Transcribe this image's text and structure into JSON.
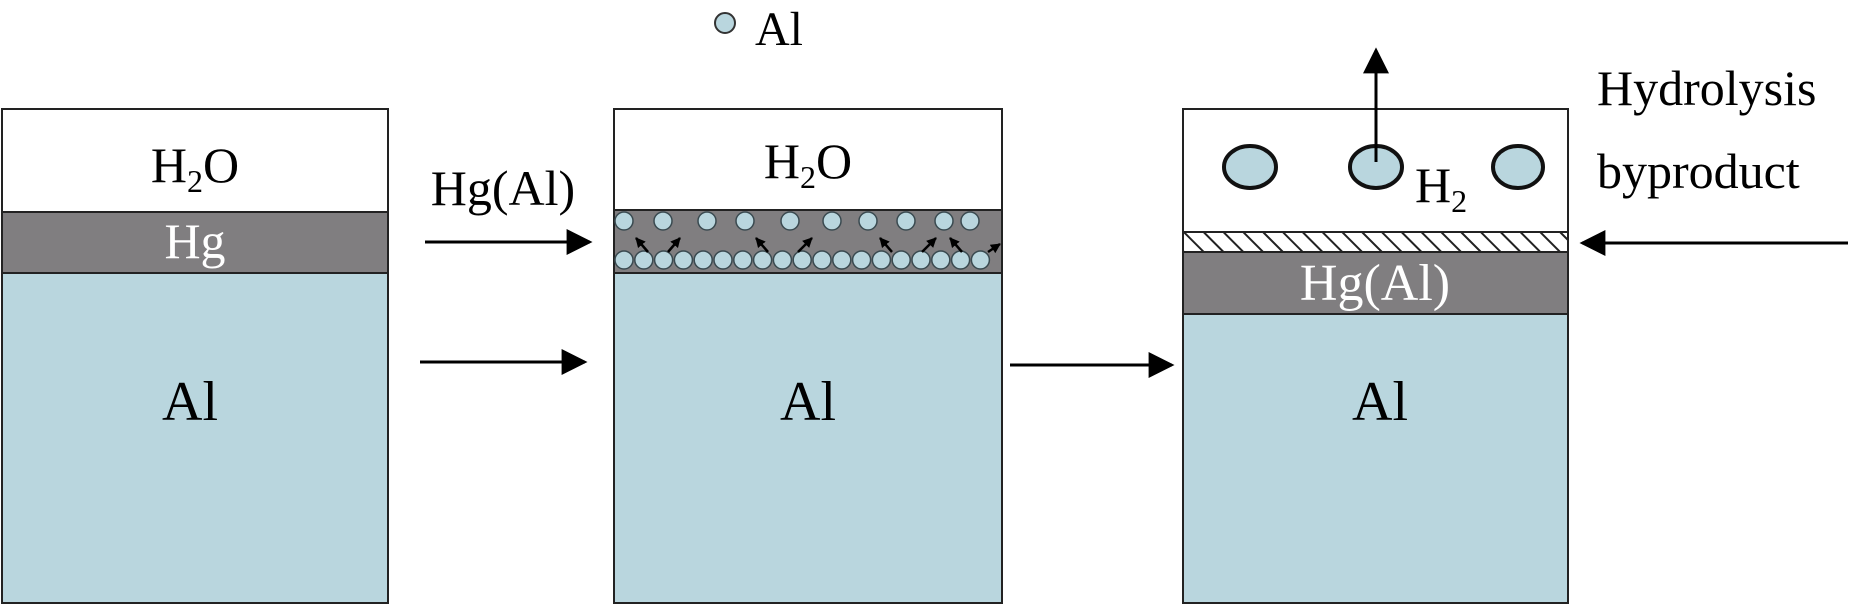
{
  "legend": {
    "label": "Al"
  },
  "panel1": {
    "water": {
      "base": "H",
      "sub": "2",
      "tail": "O"
    },
    "mercury": "Hg",
    "metal": "Al"
  },
  "between_12": {
    "label": "Hg(Al)"
  },
  "panel2": {
    "water": {
      "base": "H",
      "sub": "2",
      "tail": "O"
    },
    "metal": "Al"
  },
  "panel3": {
    "hydrogen": {
      "base": "H",
      "sub": "2"
    },
    "amalgam": "Hg(Al)",
    "metal": "Al"
  },
  "side_label": {
    "line1": "Hydrolysis",
    "line2": "byproduct"
  },
  "colors": {
    "aluminum": "#b9d6de",
    "mercury": "#807e80",
    "water": "#ffffff",
    "outline": "#222222"
  }
}
